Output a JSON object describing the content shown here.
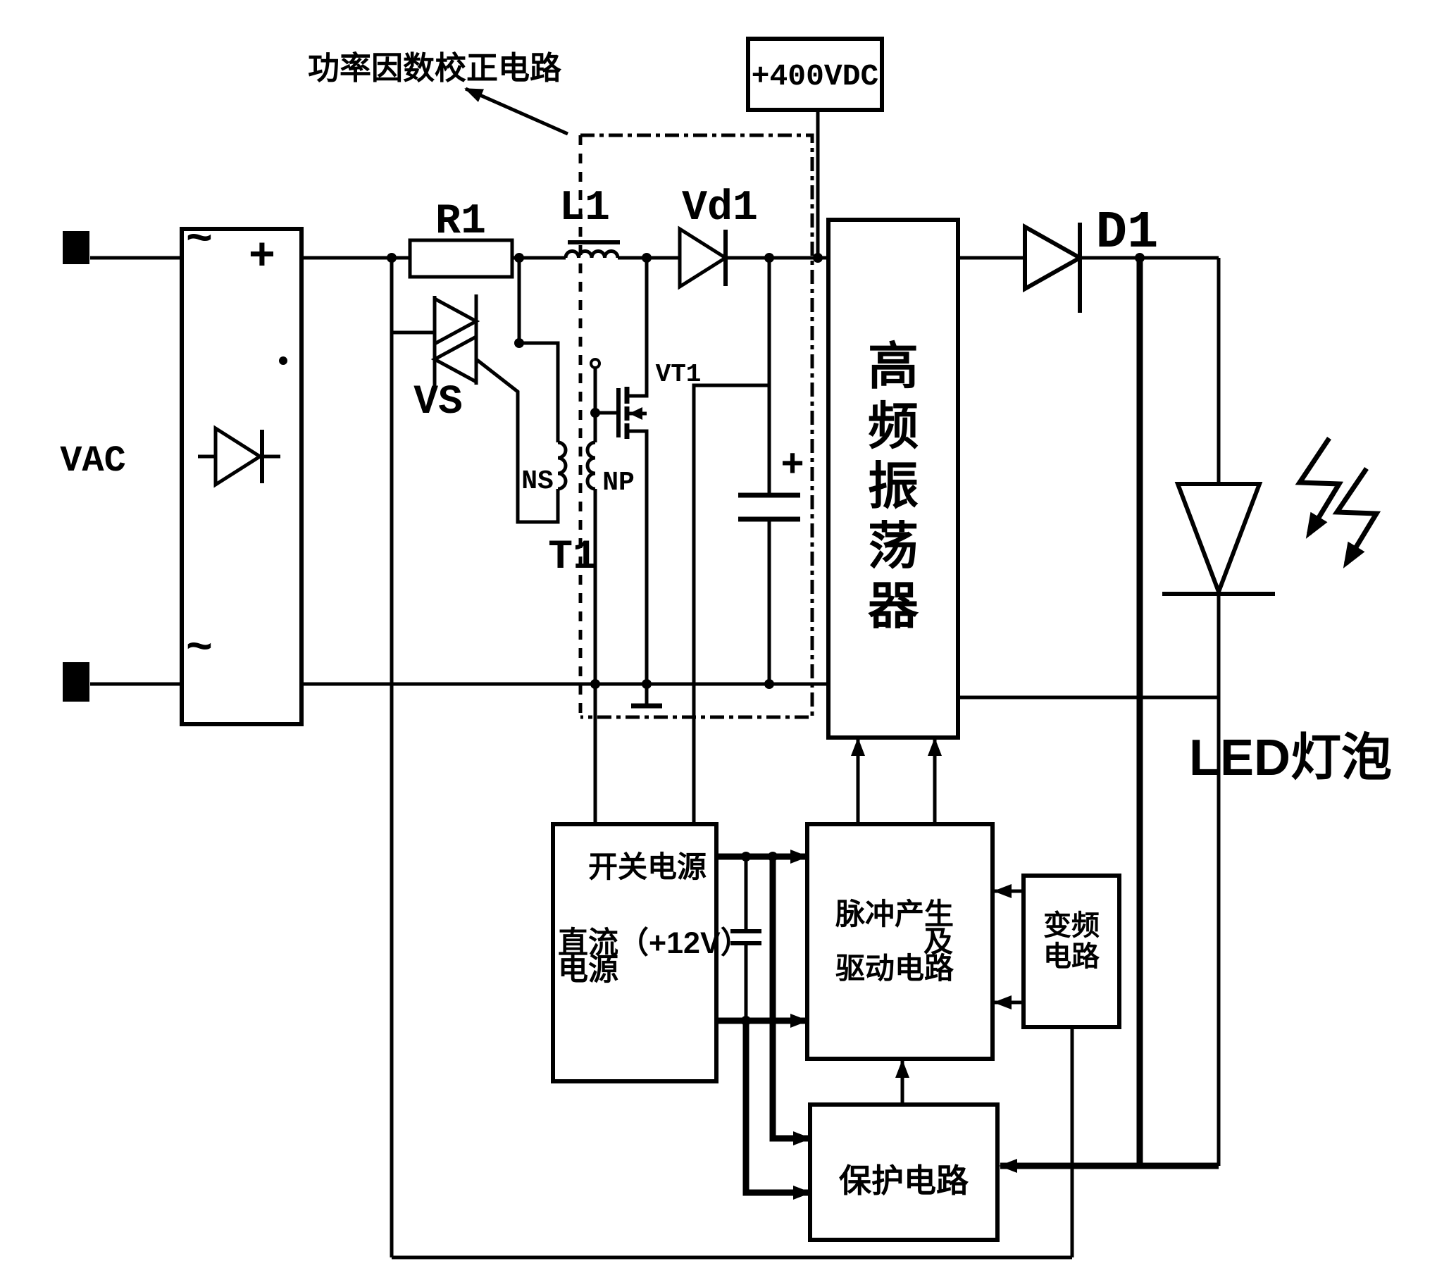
{
  "colors": {
    "ink": "#000000",
    "background": "#ffffff"
  },
  "annotation": {
    "pfc_label": "功率因数校正电路"
  },
  "power_input": {
    "vac_label": "VAC",
    "ac_symbol_top": "~",
    "ac_symbol_bottom": "~",
    "dc_plus_symbol": "+"
  },
  "components": {
    "r1": "R1",
    "l1": "L1",
    "vd1": "Vd1",
    "vs": "VS",
    "t1": "T1",
    "ns": "NS",
    "np": "NP",
    "vt1": "VT1",
    "d1": "D1",
    "cap_plus_symbol": "+"
  },
  "dc_source_box": {
    "label": "+400VDC"
  },
  "blocks": {
    "oscillator_chars": [
      "高",
      "频",
      "振",
      "荡",
      "器"
    ],
    "switching_supply_lines": [
      "开关电源",
      "直流（+12V）",
      "电源"
    ],
    "pulse_drive_lines": [
      "脉冲产生",
      "及",
      "驱动电路"
    ],
    "frequency_lines": [
      "变频",
      "电路"
    ],
    "protection_label": "保护电路"
  },
  "output": {
    "led_label": "LED灯泡"
  }
}
